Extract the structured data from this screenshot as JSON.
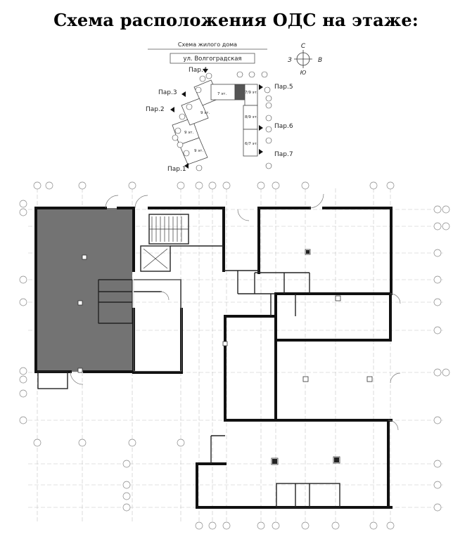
{
  "title": "Схема расположения ОДС на этаже:",
  "key_plan": {
    "header": "Схема жилого дома",
    "street": "ул. Волгоградская",
    "compass": {
      "north": "С",
      "south": "Ю",
      "east": "В",
      "west": "З"
    },
    "entrances": [
      "Пар.1",
      "Пар.2",
      "Пар.3",
      "Пар.4",
      "Пар.5",
      "Пар.6",
      "Пар.7"
    ],
    "floors": [
      "9 эт.",
      "9 эт.",
      "9 эт.",
      "7 эт.",
      "7/9 эт.",
      "8/9 эт.",
      "6/7 эт."
    ]
  },
  "colors": {
    "highlight_fill": "#737373",
    "wall": "#111111",
    "thin_line": "#9a9a9a",
    "axis_line": "#c4c4c4"
  }
}
